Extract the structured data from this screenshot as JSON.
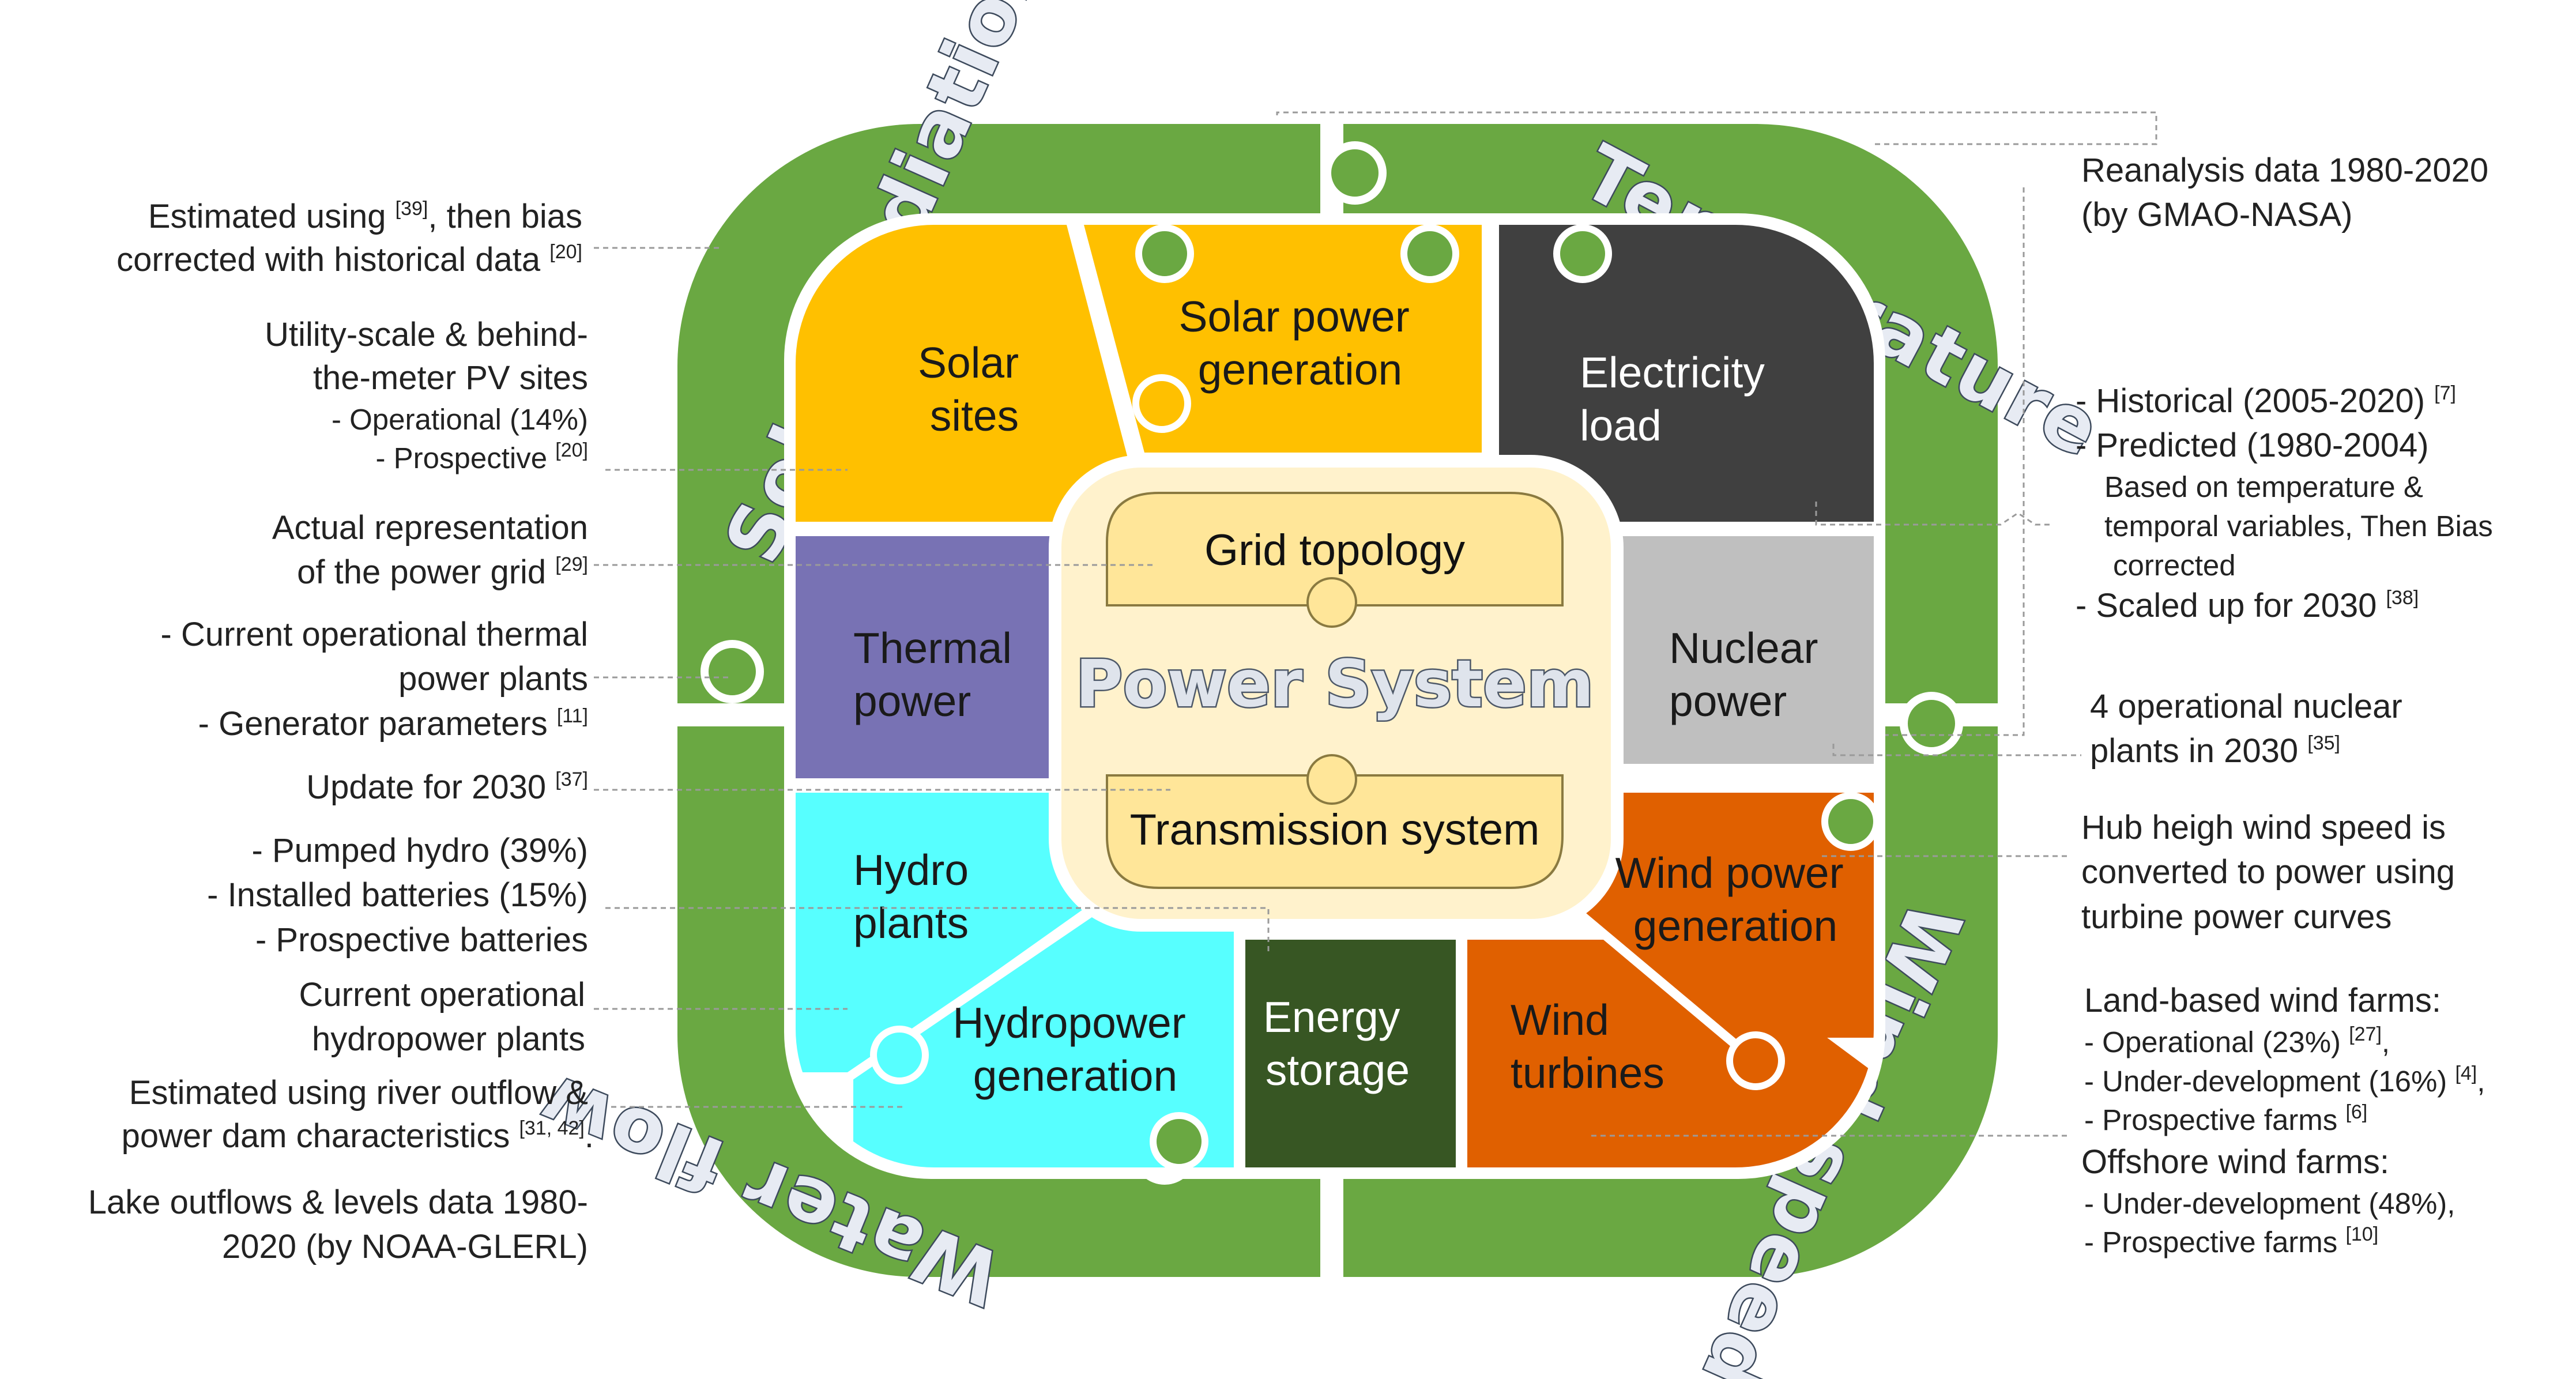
{
  "ring": {
    "solar_radiation": "Solar radiation",
    "temperature": "Temperature",
    "wind_speed": "Wind speed",
    "water_flow": "Water flow"
  },
  "tiles": {
    "solar_sites": [
      "Solar",
      "sites"
    ],
    "solar_power_generation": [
      "Solar power",
      "generation"
    ],
    "electricity_load": [
      "Electricity",
      "load"
    ],
    "thermal_power": [
      "Thermal",
      "power"
    ],
    "nuclear_power": [
      "Nuclear",
      "power"
    ],
    "hydro_plants": [
      "Hydro",
      "plants"
    ],
    "hydropower_generation": [
      "Hydropower",
      "generation"
    ],
    "energy_storage": [
      "Energy",
      "storage"
    ],
    "wind_turbines": [
      "Wind",
      "turbines"
    ],
    "wind_power_generation": [
      "Wind power",
      "generation"
    ]
  },
  "core": {
    "title": "Power System",
    "grid_topology": "Grid topology",
    "transmission_system": "Transmission system"
  },
  "notes_left": {
    "solar_radiation": {
      "line1_pre": "Estimated using ",
      "line1_ref": "[39]",
      "line1_post": ", then bias",
      "line2": "corrected with historical data ",
      "line2_ref": "[20]"
    },
    "solar_sites": {
      "line1": "Utility-scale & behind-",
      "line2": "the-meter PV sites",
      "line3": "- Operational (14%)",
      "line4": "- Prospective ",
      "line4_ref": "[20]"
    },
    "grid": {
      "line1": "Actual representation",
      "line2": "of the power grid ",
      "line2_ref": "[29]"
    },
    "thermal": {
      "line1": "- Current operational thermal",
      "line2": "power plants",
      "line3": "- Generator parameters ",
      "line3_ref": "[11]"
    },
    "update": {
      "line1": "Update for 2030 ",
      "line1_ref": "[37]"
    },
    "storage": {
      "line1": "- Pumped hydro (39%)",
      "line2": "- Installed batteries (15%)",
      "line3": "- Prospective batteries"
    },
    "hydro_plants": {
      "line1": "Current operational",
      "line2": "hydropower plants"
    },
    "hydropower": {
      "line1": "Estimated using river outflow &",
      "line2": "power dam characteristics ",
      "line2_ref": "[31, 42]",
      "line2_post": "."
    },
    "water": {
      "line1": "Lake outflows & levels data 1980-",
      "line2": "2020  (by NOAA-GLERL)"
    }
  },
  "notes_right": {
    "temperature": {
      "line1": "Reanalysis data 1980-2020",
      "line2": "(by GMAO-NASA)"
    },
    "load": {
      "line1": "- Historical (2005-2020) ",
      "line1_ref": "[7]",
      "line2": "- Predicted (1980-2004)",
      "line3": "Based on temperature &",
      "line4": "temporal variables, Then Bias",
      "line5": "corrected",
      "line6": "- Scaled up for 2030 ",
      "line6_ref": "[38]"
    },
    "nuclear": {
      "line1": "4 operational nuclear",
      "line2": "plants in 2030 ",
      "line2_ref": "[35]"
    },
    "wind_power": {
      "line1": "Hub heigh wind speed is",
      "line2": "converted to power using",
      "line3": "turbine power curves"
    },
    "wind_farms": {
      "line1": "Land-based wind farms:",
      "line2": "- Operational (23%) ",
      "line2_ref": "[27]",
      "line2_post": ",",
      "line3": "- Under-development (16%) ",
      "line3_ref": "[4]",
      "line3_post": ",",
      "line4": "- Prospective farms ",
      "line4_ref": "[6]",
      "line5": "Offshore wind farms:",
      "line6": "- Under-development (48%),",
      "line7": "- Prospective farms ",
      "line7_ref": "[10]"
    }
  },
  "colors": {
    "ring": "#6aa842",
    "solar": "#ffc000",
    "load": "#404040",
    "thermal": "#7872b4",
    "nuclear": "#bfbfbf",
    "hydro": "#57ffff",
    "storage": "#375623",
    "wind": "#e06000",
    "core": "#fff2cc",
    "core_pill": "#ffe699"
  }
}
